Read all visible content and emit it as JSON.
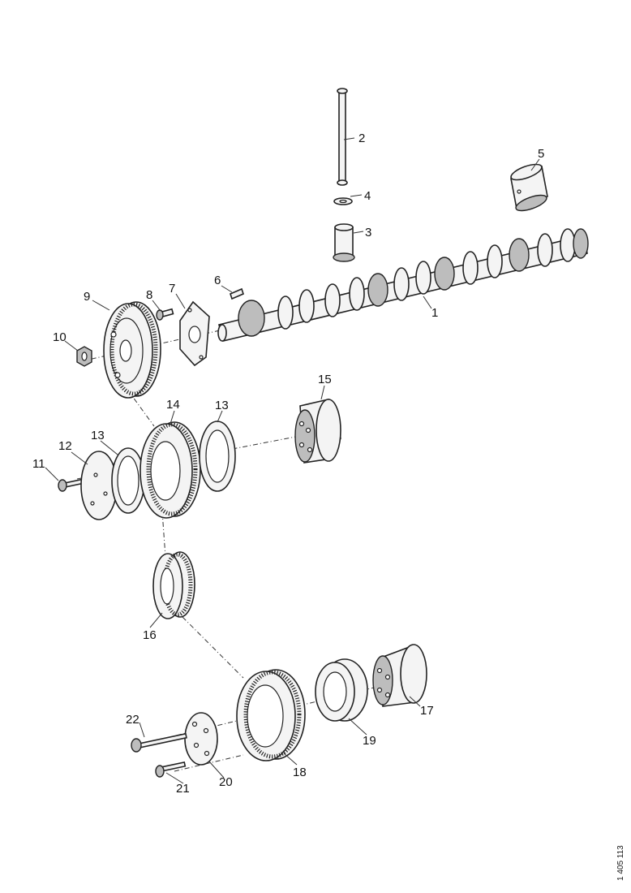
{
  "callouts": {
    "c1": "1",
    "c2": "2",
    "c3": "3",
    "c4": "4",
    "c5": "5",
    "c6": "6",
    "c7": "7",
    "c8": "8",
    "c9": "9",
    "c10": "10",
    "c11": "11",
    "c12": "12",
    "c13a": "13",
    "c13b": "13",
    "c14": "14",
    "c15": "15",
    "c16": "16",
    "c17": "17",
    "c18": "18",
    "c19": "19",
    "c20": "20",
    "c21": "21",
    "c22": "22"
  },
  "document_ref": "1 405 113"
}
